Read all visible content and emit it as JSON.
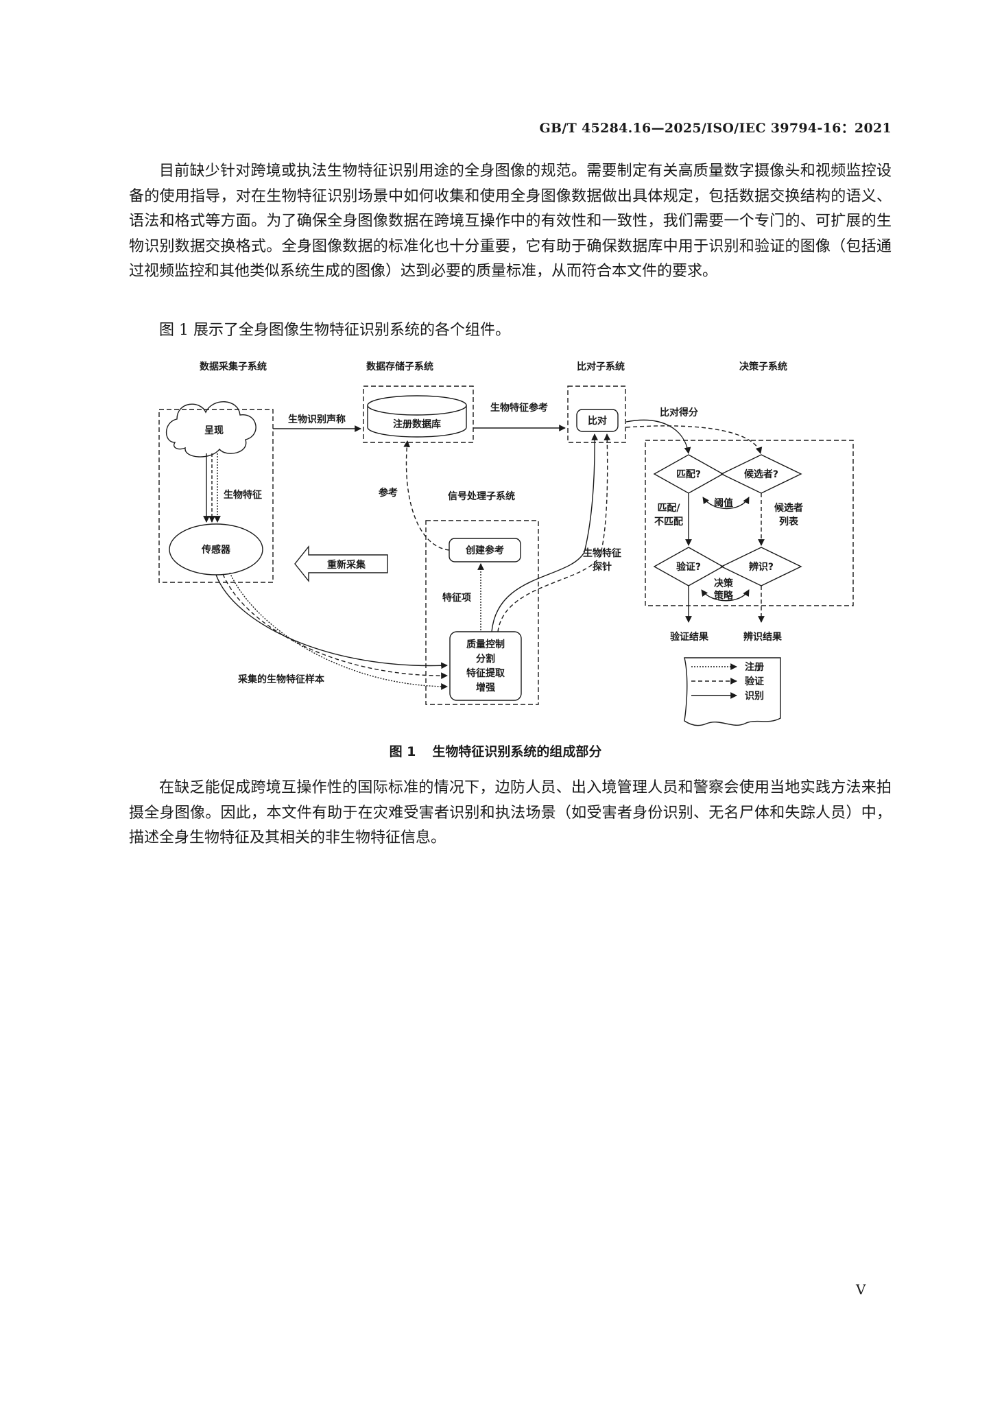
{
  "header": "GB/T 45284.16—2025/ISO/IEC 39794-16：2021",
  "paragraphs": {
    "p1": "目前缺少针对跨境或执法生物特征识别用途的全身图像的规范。需要制定有关高质量数字摄像头和视频监控设备的使用指导，对在生物特征识别场景中如何收集和使用全身图像数据做出具体规定，包括数据交换结构的语义、语法和格式等方面。为了确保全身图像数据在跨境互操作中的有效性和一致性，我们需要一个专门的、可扩展的生物识别数据交换格式。全身图像数据的标准化也十分重要，它有助于确保数据库中用于识别和验证的图像（包括通过视频监控和其他类似系统生成的图像）达到必要的质量标准，从而符合本文件的要求。",
    "p2": "图 1 展示了全身图像生物特征识别系统的各个组件。",
    "p3": "在缺乏能促成跨境互操作性的国际标准的情况下，边防人员、出入境管理人员和警察会使用当地实践方法来拍摄全身图像。因此，本文件有助于在灾难受害者识别和执法场景（如受害者身份识别、无名尸体和失踪人员）中，描述全身生物特征及其相关的非生物特征信息。"
  },
  "diagram": {
    "subsystems": {
      "data_capture": "数据采集子系统",
      "data_storage": "数据存储子系统",
      "comparison": "比对子系统",
      "decision": "决策子系统",
      "signal_processing": "信号处理子系统"
    },
    "nodes": {
      "presentation": "呈现",
      "sensor": "传感器",
      "enrolment_db": "注册数据库",
      "compare": "比对",
      "create_reference": "创建参考",
      "qc_line1": "质量控制",
      "qc_line2": "分割",
      "qc_line3": "特征提取",
      "qc_line4": "增强",
      "match": "匹配?",
      "candidate": "候选者?",
      "verify": "验证?",
      "identify": "辨识?"
    },
    "labels": {
      "biometric_claim": "生物识别声称",
      "biometric_reference": "生物特征参考",
      "comparison_score": "比对得分",
      "biometric_characteristics": "生物特征",
      "reference": "参考",
      "recapture": "重新采集",
      "features": "特征项",
      "probe_line1": "生物特征",
      "probe_line2": "探针",
      "captured_sample": "采集的生物特征样本",
      "match_nomatch_line1": "匹配/",
      "match_nomatch_line2": "不匹配",
      "threshold": "阈值",
      "candidate_list_line1": "候选者",
      "candidate_list_line2": "列表",
      "policy_line1": "决策",
      "policy_line2": "策略",
      "verification_result": "验证结果",
      "identification_result": "辨识结果"
    },
    "legend": {
      "enrolment": "注册",
      "verification": "验证",
      "identification": "识别"
    }
  },
  "caption": {
    "number": "图 1",
    "title": "生物特征识别系统的组成部分"
  },
  "page_number": "V"
}
